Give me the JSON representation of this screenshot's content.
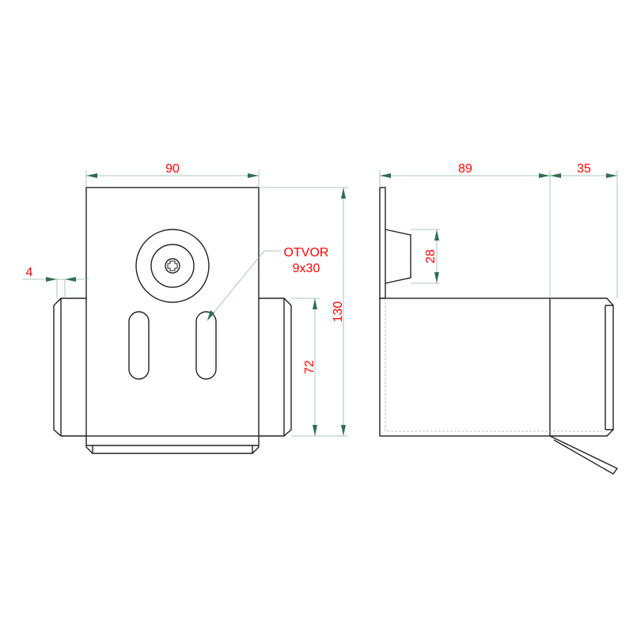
{
  "front_view": {
    "width_dim": "90",
    "height_dim": "130",
    "flange_height_dim": "72",
    "thickness_dim": "4",
    "hole_label_line1": "OTVOR",
    "hole_label_line2": "9x30"
  },
  "side_view": {
    "depth_dim": "89",
    "flange_dim": "35",
    "boss_dim": "28"
  },
  "colors": {
    "dimension_text": "#ff0000",
    "dimension_line": "#8fb8a4",
    "arrow": "#2f6e4f",
    "outline": "#222222"
  }
}
